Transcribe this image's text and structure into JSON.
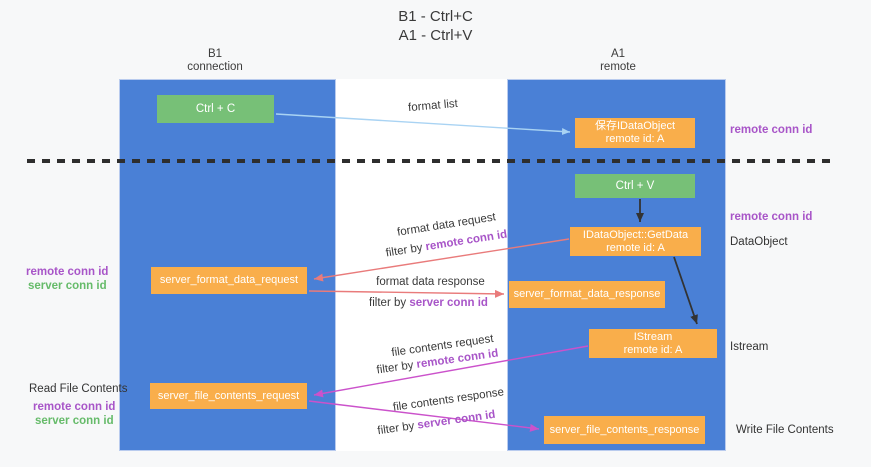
{
  "title": {
    "line1": "B1 - Ctrl+C",
    "line2": "A1 - Ctrl+V"
  },
  "columns": {
    "left": {
      "name": "B1",
      "role": "connection"
    },
    "right": {
      "name": "A1",
      "role": "remote"
    }
  },
  "nodes": {
    "ctrl_c": {
      "label": "Ctrl + C"
    },
    "ctrl_v": {
      "label": "Ctrl + V"
    },
    "save_dataobject": {
      "line1": "保存IDataObject",
      "line2": "remote id: A"
    },
    "getdata": {
      "line1": "IDataObject::GetData",
      "line2": "remote id: A"
    },
    "istream": {
      "line1": "IStream",
      "line2": "remote id: A"
    },
    "server_format_data_request": {
      "label": "server_format_data_request"
    },
    "server_format_data_response": {
      "label": "server_format_data_response"
    },
    "server_file_contents_request": {
      "label": "server_file_contents_request"
    },
    "server_file_contents_response": {
      "label": "server_file_contents_response"
    }
  },
  "flow_labels": {
    "format_list": "format list",
    "format_data_request": "format data request",
    "format_data_response": "format data response",
    "file_contents_request": "file contents request",
    "file_contents_response": "file contents response",
    "filter_by": "filter by ",
    "remote_conn_id": "remote conn id",
    "server_conn_id": "server conn id"
  },
  "side_labels": {
    "left": {
      "remote_conn_id": "remote conn id",
      "server_conn_id": "server conn id",
      "read_file_contents": "Read File Contents",
      "remote_conn_id_2": "remote conn id",
      "server_conn_id_2": "server conn id"
    },
    "right": {
      "remote_conn_id_top": "remote conn id",
      "remote_conn_id_mid": "remote conn id",
      "dataobject": "DataObject",
      "istream": "Istream",
      "write_file_contents": "Write File Contents"
    }
  },
  "colors": {
    "page-bg": "#f7f8f9",
    "band-white": "#ffffff",
    "column-blue": "#4a80d6",
    "box-green": "#77c077",
    "box-orange": "#f9ae4b",
    "purple": "#a855c8",
    "label-green": "#66bb6a",
    "arrow-salmon": "#e97b7b",
    "arrow-magenta": "#cb52cb",
    "arrow-blue": "#a9d3f3",
    "ink": "#333333"
  }
}
